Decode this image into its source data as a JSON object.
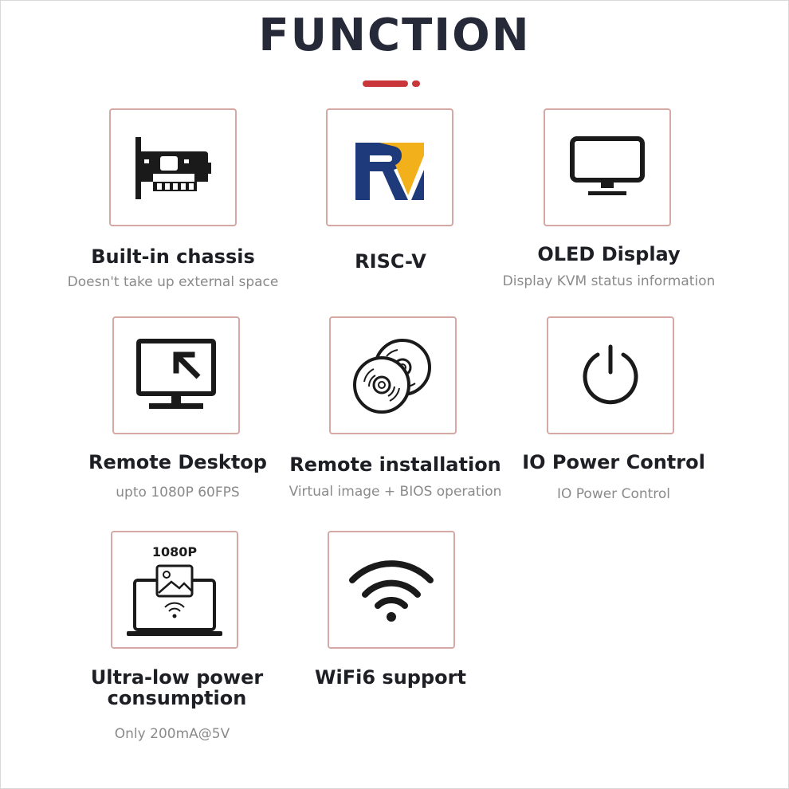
{
  "header": {
    "title": "FUNCTION"
  },
  "colors": {
    "accent": "#c9373a",
    "card_border": "#d6a8a4",
    "title": "#262a38",
    "icon": "#1a1a1a",
    "risc_blue": "#1f3a7a",
    "risc_gold": "#f2b11b"
  },
  "features": [
    {
      "title": "Built-in chassis",
      "subtitle": "Doesn't take up external space",
      "icon": "pcie-card-icon"
    },
    {
      "title": "RISC-V",
      "subtitle": "",
      "icon": "risc-v-logo-icon"
    },
    {
      "title": "OLED Display",
      "subtitle": "Display KVM status information",
      "icon": "monitor-icon"
    },
    {
      "title": "Remote Desktop",
      "subtitle": "upto 1080P 60FPS",
      "icon": "remote-desktop-icon"
    },
    {
      "title": "Remote installation",
      "subtitle": "Virtual image + BIOS operation",
      "icon": "discs-icon"
    },
    {
      "title": "IO Power Control",
      "subtitle": "IO Power Control",
      "icon": "power-icon"
    },
    {
      "title": "Ultra-low power",
      "title_line2": "consumption",
      "subtitle": "Only 200mA@5V",
      "icon": "laptop-1080p-icon",
      "icon_text": "1080P"
    },
    {
      "title": "WiFi6 support",
      "subtitle": "",
      "icon": "wifi-icon"
    }
  ]
}
